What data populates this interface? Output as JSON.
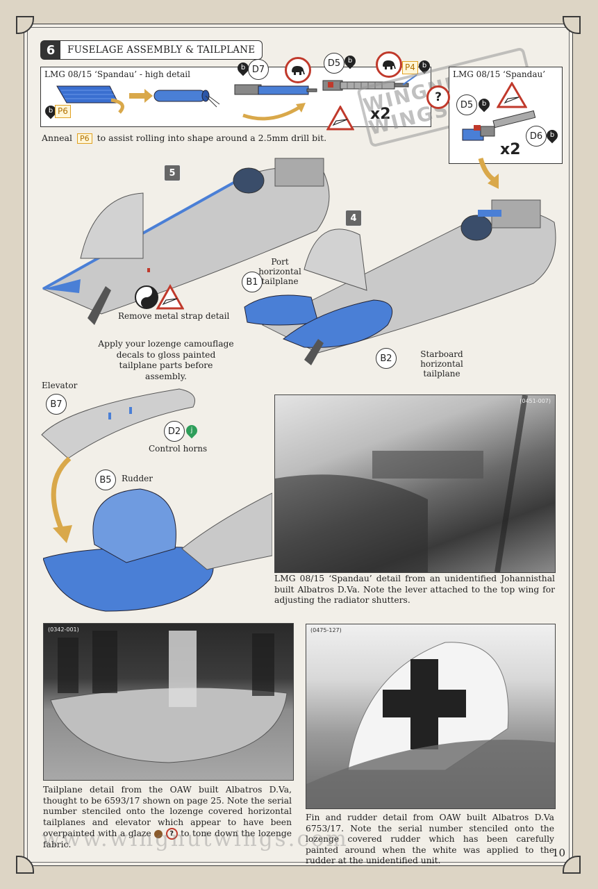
{
  "step": {
    "number": "6",
    "title": "FUSELAGE ASSEMBLY & TAILPLANE"
  },
  "gun_detail": {
    "title": "LMG 08/15 ‘Spandau’ - high detail",
    "parts": {
      "p6": "P6",
      "d7": "D7",
      "d5": "D5",
      "p4": "P4"
    },
    "drop_b": "b",
    "measurement": "2.5mm",
    "multiplier": "x2",
    "note_prefix": "Anneal",
    "note_part": "P6",
    "note_suffix": "to assist rolling into shape around a 2.5mm drill bit."
  },
  "gun_simple": {
    "title": "LMG 08/15 ‘Spandau’",
    "parts": {
      "d5": "D5",
      "d6": "D6"
    },
    "multiplier": "x2",
    "question": "?"
  },
  "fuselage": {
    "steps": {
      "five": "5",
      "four": "4"
    },
    "remove_label": "Remove metal strap detail",
    "decal_note": "Apply your lozenge camouflage decals to gloss painted tailplane parts before assembly."
  },
  "tailplane": {
    "b1": "B1",
    "b1_label": "Port horizontal tailplane",
    "b2": "B2",
    "b2_label": "Starboard horizontal tailplane"
  },
  "elevator": {
    "label": "Elevator",
    "b7": "B7",
    "d2": "D2",
    "d2_drop": "j",
    "horns_label": "Control horns"
  },
  "rudder": {
    "b5": "B5",
    "label": "Rudder"
  },
  "photos": [
    {
      "id": "(0451-007)",
      "caption": "LMG 08/15 ‘Spandau’ detail from an unidentified Johannisthal built Albatros D.Va. Note the lever attached to the top wing for adjusting the radiator shutters."
    },
    {
      "id": "(0342-001)",
      "caption": "Tailplane detail from the OAW built Albatros D.Va, thought to be 6593/17 shown on page 25. Note the serial number stenciled onto the lozenge covered horizontal tailplanes and elevator which appear to have been overpainted with a glaze",
      "caption_end": "to tone down the lozenge fabric."
    },
    {
      "id": "(0475-127)",
      "caption": "Fin and rudder detail from OAW built Albatros D.Va 6753/17. Note the serial number stenciled onto the lozenge covered rudder which has been carefully painted around when the white was applied to the rudder at the unidentified unit."
    }
  ],
  "watermark_text": "www.wingnutwings.com",
  "stamp_text": "WINGNUT WINGS",
  "page_number": "10",
  "colors": {
    "part_blue": "#4a7fd6",
    "grey_part": "#c8c8c8",
    "warning_red": "#c0392b",
    "badge_orange": "#e0a020"
  }
}
